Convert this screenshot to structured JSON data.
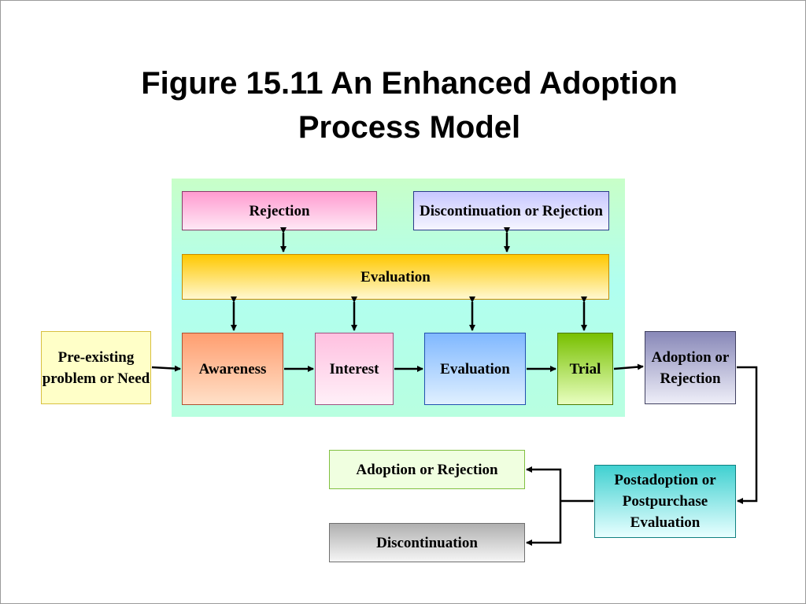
{
  "title": {
    "line1": "Figure 15.11  An Enhanced Adoption",
    "line2": "Process Model"
  },
  "boxes": {
    "rejection": "Rejection",
    "discontinuation_or_rejection": "Discontinuation or Rejection",
    "evaluation_top": "Evaluation",
    "preexisting": "Pre-existing problem or Need",
    "awareness": "Awareness",
    "interest": "Interest",
    "evaluation": "Evaluation",
    "trial": "Trial",
    "adoption_or_rejection": "Adoption or Rejection",
    "adoption_or_rejection_outcome": "Adoption or Rejection",
    "postadoption": "Postadoption or Postpurchase Evaluation",
    "discontinuation": "Discontinuation"
  },
  "colors": {
    "panel": "#b8ffe8",
    "rejection": "#ff9bd0",
    "discontinuation_or_rejection": "#c8c8ff",
    "evaluation_top": "#ffc800",
    "preexisting": "#ffffc8",
    "awareness": "#ff9e70",
    "interest": "#ffc0e0",
    "evaluation": "#80b8ff",
    "trial": "#78c000",
    "adoption_or_rejection": "#8888b8",
    "adoption_or_rejection_outcome": "#f0ffe0",
    "postadoption": "#40d0d0",
    "discontinuation": "#b0b0b0"
  }
}
